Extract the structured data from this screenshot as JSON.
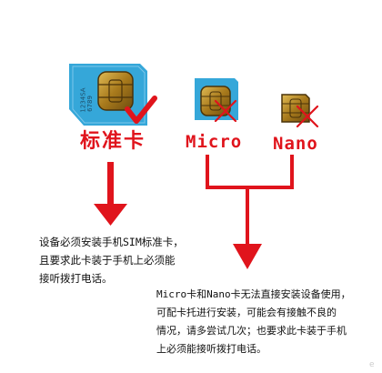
{
  "cards": {
    "standard": {
      "label": "标准卡",
      "chip_text_line1": "1234SA",
      "chip_text_line2": "6789",
      "status": "check"
    },
    "micro": {
      "label": "Micro",
      "status": "cross"
    },
    "nano": {
      "label": "Nano",
      "status": "cross"
    }
  },
  "notes": {
    "standard": [
      "设备必须安装手机SIM标准卡，",
      "且要求此卡装于手机上必须能",
      "接听拨打电话。"
    ],
    "micro_nano": [
      "Micro卡和Nano卡无法直接安装设备使用，",
      "可配卡托进行安装，可能会有接触不良的",
      "情况，请多尝试几次；也要求此卡装于手机",
      "上必须能接听拨打电话。"
    ]
  },
  "watermark": "e",
  "colors": {
    "card_blue": "#35a7d9",
    "chip_gold": "#b58a2a",
    "accent_red": "#e0141c"
  },
  "icons": [
    "check-icon",
    "cross-icon",
    "arrow-down-icon"
  ]
}
